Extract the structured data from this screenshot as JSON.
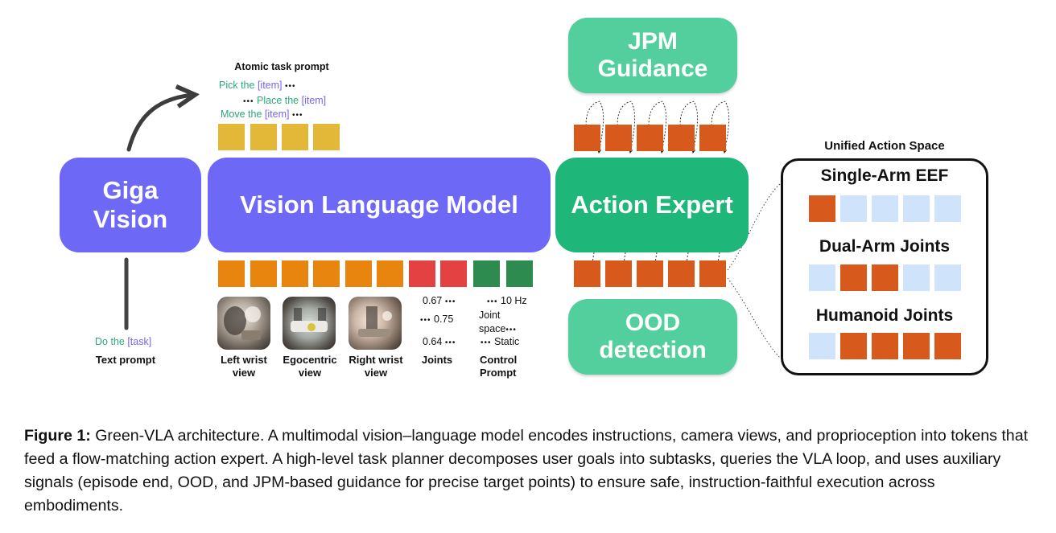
{
  "colors": {
    "vlm_purple": "#6e68f7",
    "action_expert_green": "#1fb67a",
    "aux_green": "#52cf9c",
    "yellow_token": "#e3b838",
    "orange_token": "#e8850e",
    "red_token": "#e44242",
    "green_token": "#2e8b50",
    "action_token": "#d75a1c",
    "empty_token": "#cfe4fb",
    "prompt_green": "#2aa879",
    "prompt_purple": "#7366f0"
  },
  "atomic_prompt": {
    "title": "Atomic task prompt",
    "line1_green": "Pick the ",
    "line1_purple": "[item]",
    "line1_dots": "•••",
    "line2_dots": "•••",
    "line2_green": "Place the ",
    "line2_purple": "[item]",
    "line3_green": "Move the ",
    "line3_purple": "[item]",
    "line3_dots": "•••"
  },
  "giga_vision": {
    "line1": "Giga",
    "line2": "Vision"
  },
  "vlm": {
    "label": "Vision Language Model"
  },
  "action_expert": {
    "label": "Action Expert"
  },
  "jpm": {
    "line1": "JPM",
    "line2": "Guidance"
  },
  "ood": {
    "line1": "OOD",
    "line2": "detection"
  },
  "text_prompt": {
    "green": "Do the ",
    "purple": "[task]",
    "label": "Text prompt"
  },
  "views": {
    "left": {
      "line1": "Left wrist",
      "line2": "view"
    },
    "ego": {
      "line1": "Egocentric",
      "line2": "view"
    },
    "right": {
      "line1": "Right wrist",
      "line2": "view"
    }
  },
  "joints": {
    "v1": "0.67",
    "d1": "•••",
    "d2": "•••",
    "v2": "0.75",
    "v3": "0.64",
    "d3": "•••",
    "label": "Joints"
  },
  "control": {
    "d1": "•••",
    "hz": "10 Hz",
    "space1": "Joint",
    "space2": "space",
    "d2": "•••",
    "d3": "•••",
    "static": "Static",
    "label1": "Control",
    "label2": "Prompt"
  },
  "unified": {
    "title": "Unified Action Space",
    "rows": [
      {
        "label": "Single-Arm EEF",
        "tokens": [
          1,
          0,
          0,
          0,
          0
        ]
      },
      {
        "label": "Dual-Arm Joints",
        "tokens": [
          0,
          1,
          1,
          0,
          0
        ]
      },
      {
        "label": "Humanoid Joints",
        "tokens": [
          0,
          1,
          1,
          1,
          1
        ]
      }
    ]
  },
  "caption": {
    "label": "Figure 1:",
    "text": " Green-VLA architecture. A multimodal vision–language model encodes instructions, camera views, and proprioception into tokens that feed a flow-matching action expert. A high-level task planner decomposes user goals into subtasks, queries the VLA loop, and uses auxiliary signals (episode end, OOD, and JPM-based guidance for precise target points) to ensure safe, instruction-faithful execution across embodiments."
  }
}
